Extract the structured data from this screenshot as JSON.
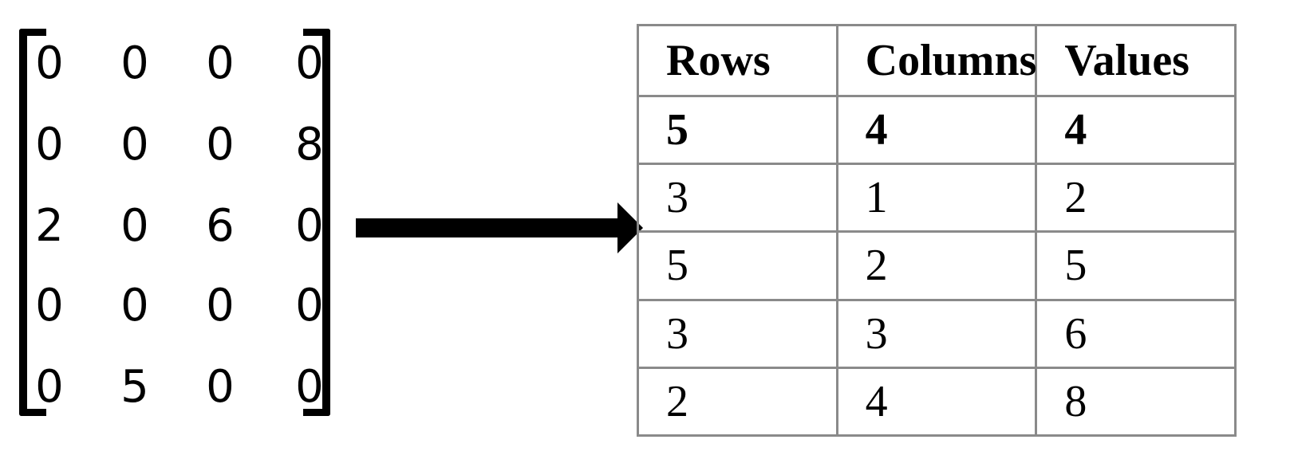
{
  "matrix": {
    "rows": [
      [
        "0",
        "0",
        "0",
        "0"
      ],
      [
        "0",
        "0",
        "0",
        "8"
      ],
      [
        "2",
        "0",
        "6",
        "0"
      ],
      [
        "0",
        "0",
        "0",
        "0"
      ],
      [
        "0",
        "5",
        "0",
        "0"
      ]
    ]
  },
  "table": {
    "headers": [
      "Rows",
      "Columns",
      "Values"
    ],
    "rows": [
      [
        "5",
        "4",
        "4"
      ],
      [
        "3",
        "1",
        "2"
      ],
      [
        "5",
        "2",
        "5"
      ],
      [
        "3",
        "3",
        "6"
      ],
      [
        "2",
        "4",
        "8"
      ]
    ]
  }
}
